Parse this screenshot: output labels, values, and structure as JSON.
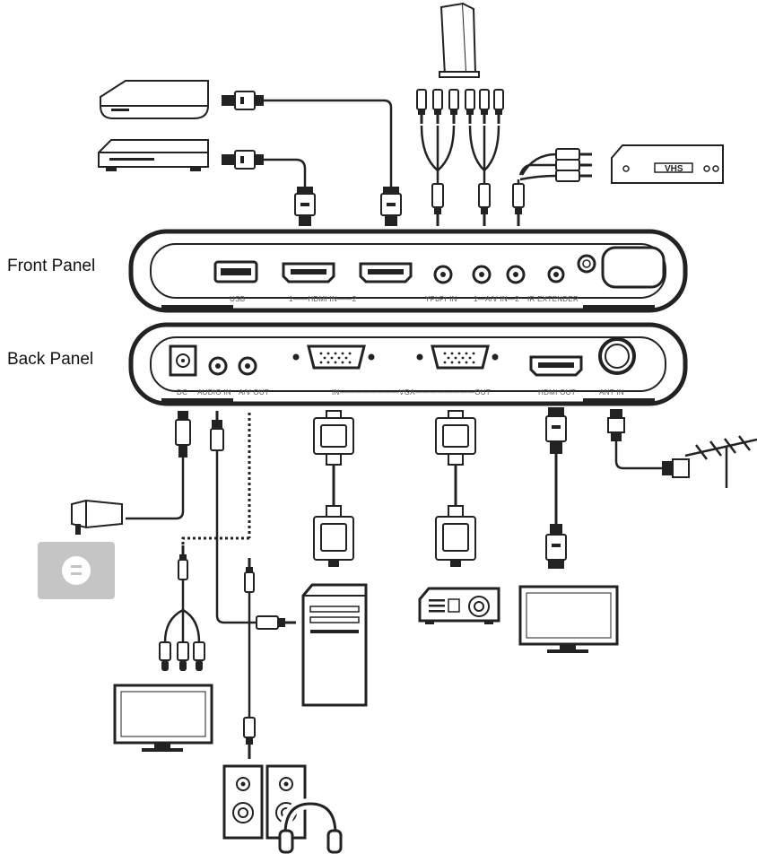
{
  "labels": {
    "front_panel": "Front Panel",
    "back_panel": "Back Panel"
  },
  "front_ports": {
    "usb": "USB",
    "hdmi_in": "1——HDMI IN——2",
    "ypbpr_in": "YPbPr IN",
    "av_in": "1—A/V IN—2",
    "ir_extender": "IR EXTENDER"
  },
  "back_ports": {
    "dc": "DC",
    "audio_in": "AUDIO IN",
    "av_out": "A/V OUT",
    "vga": "IN————————VGA————————OUT",
    "hdmi_out": "HDMI OUT",
    "ant_in": "ANT IN"
  },
  "devices": {
    "vhs_label": "VHS"
  }
}
